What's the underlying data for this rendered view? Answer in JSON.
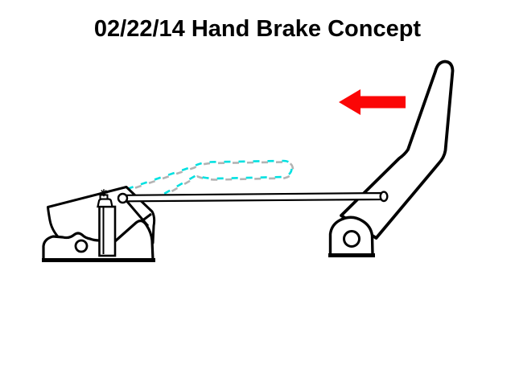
{
  "slide": {
    "title": "02/22/14 Hand Brake Concept"
  },
  "colors": {
    "ink": "#000000",
    "background": "#ffffff",
    "arrow-red": "#fb0606",
    "phantom-cyan": "#00e1e1",
    "phantom-gray": "#b3b3b3"
  },
  "components": {
    "arrow": {
      "name": "pull direction arrow",
      "direction": "left"
    },
    "lever": {
      "name": "hand brake lever"
    },
    "pivot": {
      "name": "lever pivot base"
    },
    "rod": {
      "name": "connecting rod"
    },
    "cylinder": {
      "name": "master cylinder"
    },
    "bracket": {
      "name": "mounting bracket and pedal base"
    },
    "phantom": {
      "name": "lever alternate position outline",
      "style": "dashed cyan and gray"
    }
  }
}
